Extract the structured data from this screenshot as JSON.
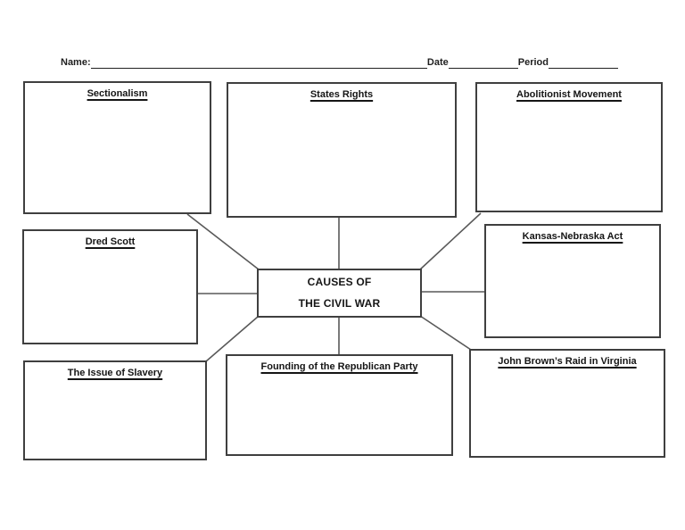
{
  "document": {
    "kind": "graphic-organizer-worksheet",
    "background_color": "#ffffff",
    "box_border_color": "#3f3f3f",
    "connector_line_color": "#595959",
    "text_color": "#1f1f1f"
  },
  "header": {
    "name_label": "Name:",
    "date_label": "Date",
    "period_label": "Period"
  },
  "center": {
    "line1": "CAUSES OF",
    "line2": "THE CIVIL WAR"
  },
  "boxes": {
    "sectionalism": {
      "label": "Sectionalism"
    },
    "states_rights": {
      "label": "States Rights"
    },
    "abolitionist_movement": {
      "label": "Abolitionist Movement"
    },
    "dred_scott": {
      "label": "Dred Scott"
    },
    "kansas_nebraska_act": {
      "label": "Kansas-Nebraska Act"
    },
    "issue_of_slavery": {
      "label": "The Issue of Slavery"
    },
    "founding_republican_party": {
      "label": "Founding of the Republican Party"
    },
    "john_browns_raid": {
      "label": "John Brown’s Raid in Virginia"
    }
  }
}
